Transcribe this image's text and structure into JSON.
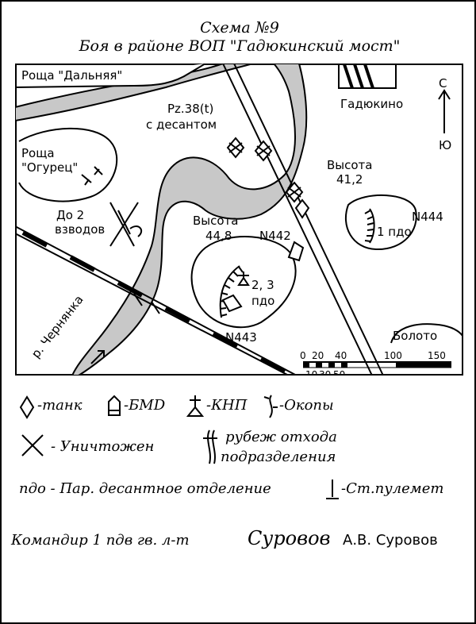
{
  "header": {
    "title_line1": "Схема №9",
    "title_line2": "Боя  в районе ВОП \"Гадюкинский мост\""
  },
  "map": {
    "labels": {
      "grove_far": "Роща \"Дальняя\"",
      "grove_ogurets_1": "Роща",
      "grove_ogurets_2": "\"Огурец\"",
      "village": "Гадюкино",
      "tank_1": "Pz.38(t)",
      "tank_2": "с десантом",
      "enemy_1": "До 2",
      "enemy_2": "взводов",
      "height_412_1": "Высота",
      "height_412_2": "41,2",
      "height_448_1": "Высота",
      "height_448_2": "44,8",
      "n442": "N442",
      "n443": "N443",
      "n444": "N444",
      "pdo1": "1 пдо",
      "pdo23_1": "2, 3",
      "pdo23_2": "пдо",
      "river": "р. Чернянка",
      "swamp": "Болото",
      "north": "С",
      "south": "Ю"
    },
    "scale": {
      "top_ticks": [
        "0",
        "20",
        "40",
        "100",
        "150"
      ],
      "bottom_ticks": [
        "10",
        "30",
        "50"
      ]
    },
    "colors": {
      "river": "#c8c8c8",
      "ink": "#000000"
    }
  },
  "legend": {
    "tank": "-танк",
    "bmd": "-БМD",
    "knp": "-КНП",
    "trench": "-Окопы",
    "destroyed": "- Уничтожен",
    "retreat_1": "рубеж отхода",
    "retreat_2": "подразделения",
    "pdo": "пдо  - Пар. десантное отделение",
    "mg": "-Ст.пулемет"
  },
  "footer": {
    "commander": "Командир 1 пдв гв. л-т",
    "signature": "Суровов",
    "name": "А.В. Суровов"
  }
}
